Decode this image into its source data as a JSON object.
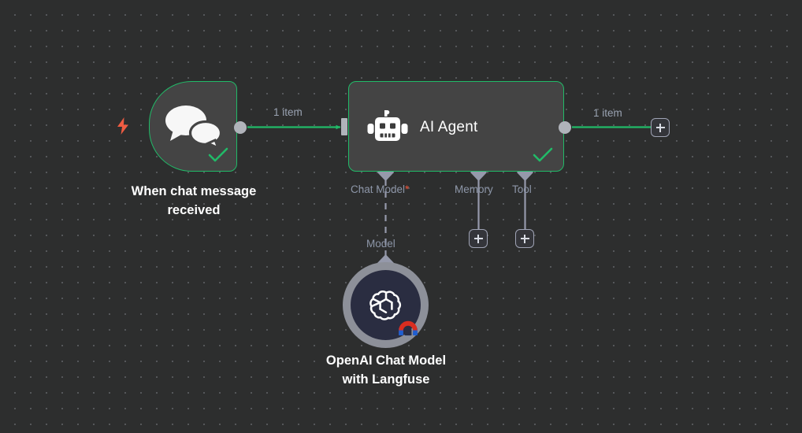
{
  "canvas": {
    "background_color": "#2d2e2e",
    "grid_dot_color": "#55575a"
  },
  "theme": {
    "node_fill": "#444444",
    "node_border_success": "#21ba68",
    "connection_line": "#21ba68",
    "port_gray": "#b0b3ba",
    "sub_connector": "#9599ab",
    "label_text": "#9aa3b2",
    "caption_text": "#ffffff",
    "required_asterisk": "#f2563c",
    "trigger_bolt": "#ef5c42",
    "openai_ring": "#8d9099",
    "openai_inner": "#2a2d41",
    "langfuse_red": "#d92d20",
    "langfuse_blue": "#1f5fd0"
  },
  "nodes": [
    {
      "id": "trigger",
      "caption": "When chat message\nreceived",
      "icon": "chat-bubbles-icon",
      "type": "trigger",
      "status": "success",
      "status_icon": "check-icon",
      "trigger_icon": "lightning-bolt-icon"
    },
    {
      "id": "agent",
      "title": "AI Agent",
      "icon": "robot-icon",
      "type": "agent",
      "status": "success",
      "status_icon": "check-icon"
    },
    {
      "id": "openai",
      "caption": "OpenAI Chat Model\nwith Langfuse",
      "icon": "openai-logo-icon",
      "overlay_icon": "langfuse-magnet-icon",
      "type": "sub-node"
    }
  ],
  "connections": [
    {
      "id": "trigger-to-agent",
      "label": "1 item",
      "from": "trigger",
      "to": "agent"
    },
    {
      "id": "agent-to-next",
      "label": "1 item",
      "from": "agent",
      "to": "add-node"
    }
  ],
  "sub_connectors": [
    {
      "id": "chat-model",
      "label": "Chat Model",
      "required": true,
      "required_marker": "*",
      "connected": true,
      "edge_label": "Model"
    },
    {
      "id": "memory",
      "label": "Memory",
      "required": false,
      "required_marker": "",
      "connected": false,
      "add_label": "+"
    },
    {
      "id": "tool",
      "label": "Tool",
      "required": false,
      "required_marker": "",
      "connected": false,
      "add_label": "+"
    }
  ],
  "buttons": {
    "add_node_main": "+",
    "add_memory": "+",
    "add_tool": "+"
  }
}
